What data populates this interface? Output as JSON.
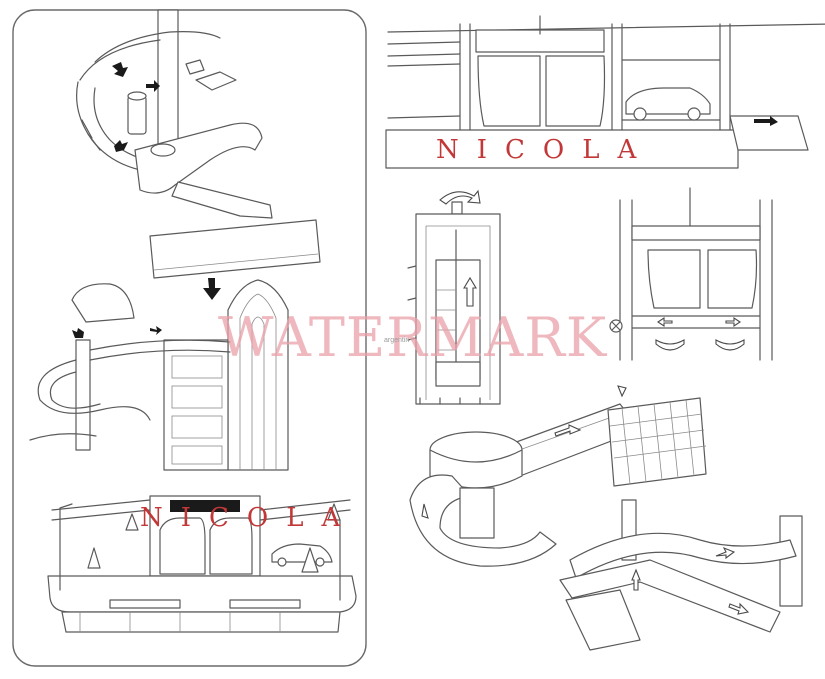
{
  "brand_label_top": "NICOLA",
  "brand_label_bottom": "NICOLA",
  "watermark_text": "WATERMARK",
  "watermark_subtext": "argentin",
  "colors": {
    "line": "#5a5a5a",
    "brand_red": "#c23838",
    "watermark_pink": "#e9a0a8",
    "frame": "#6a6a6a",
    "arrow": "#1a1a1a",
    "background": "#ffffff"
  }
}
